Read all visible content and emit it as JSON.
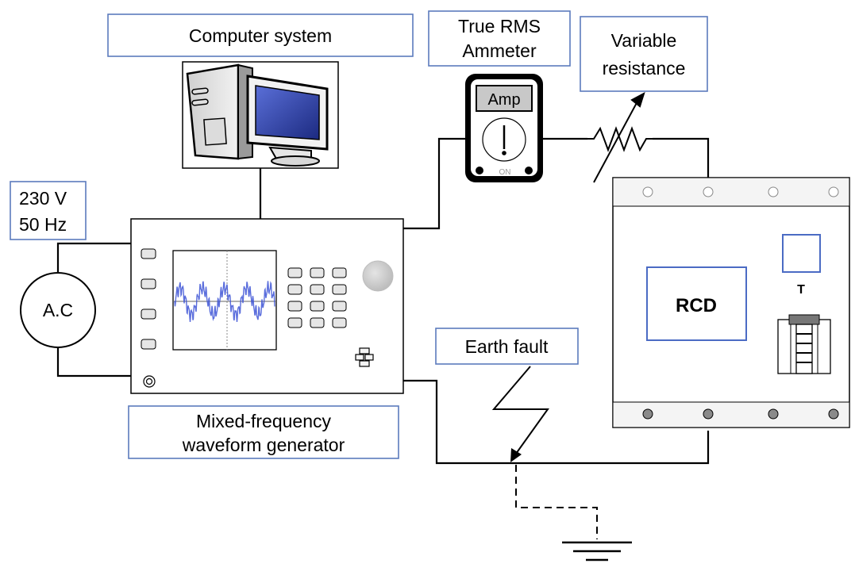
{
  "labels": {
    "computer": "Computer system",
    "ammeter_line1": "True RMS",
    "ammeter_line2": "Ammeter",
    "resistance_line1": "Variable",
    "resistance_line2": "resistance",
    "supply_line1": "230 V",
    "supply_line2": "50 Hz",
    "ac": "A.C",
    "amp": "Amp",
    "on": "ON",
    "rcd": "RCD",
    "test": "T",
    "earth_fault": "Earth fault",
    "generator_line1": "Mixed-frequency",
    "generator_line2": "waveform generator"
  },
  "colors": {
    "label_border": "#5b7bbd",
    "wire": "#000000",
    "waveform": "#3d54d6",
    "monitor_screen": "#2c3c9e",
    "meter_display": "#c8c8c8"
  },
  "icons": {
    "computer": "desktop-computer-icon",
    "ground": "earth-ground-icon",
    "resistor": "variable-resistor-icon",
    "dpad": "dpad-icon"
  }
}
